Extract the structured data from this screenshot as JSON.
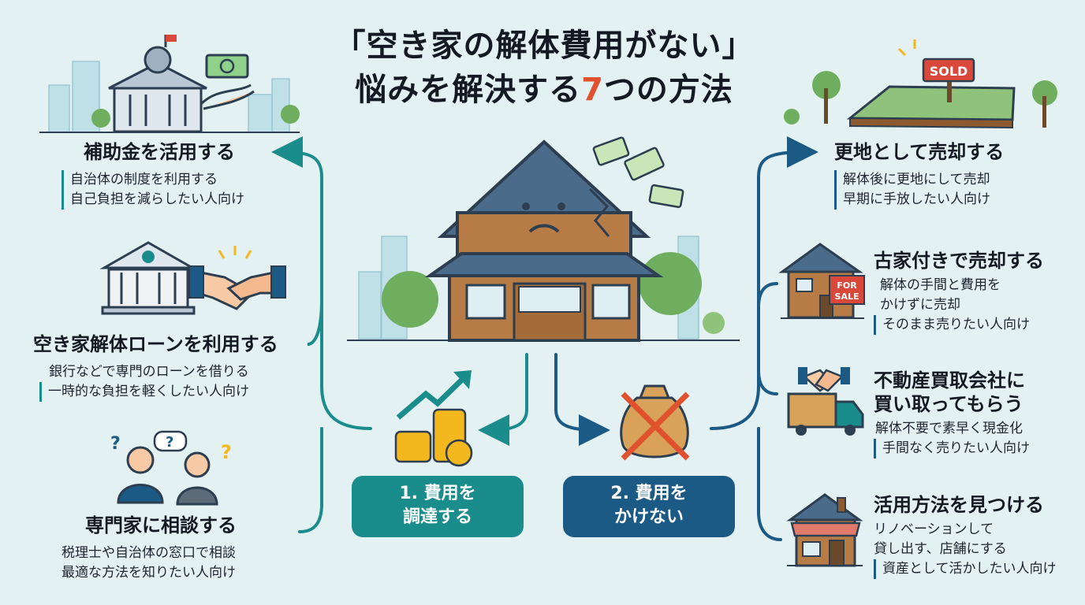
{
  "title": {
    "line1": "「空き家の解体費用がない」",
    "line2_pre": "悩みを解決する",
    "line2_num": "7",
    "line2_post": "つの方法"
  },
  "colors": {
    "teal": "#1a8c8c",
    "navy": "#1b5a85",
    "accent": "#e0522e",
    "background": "#e4f1f3"
  },
  "categories": {
    "fund": {
      "line1": "1. 費用を",
      "line2": "調達する"
    },
    "nocost": {
      "line1": "2. 費用を",
      "line2": "かけない"
    }
  },
  "left_methods": [
    {
      "title": "補助金を活用する",
      "lines": [
        "自治体の制度を利用する",
        "自己負担を減らしたい人向け"
      ],
      "icon": "government-building-money-icon"
    },
    {
      "title": "空き家解体ローンを利用する",
      "lines": [
        "銀行などで専門のローンを借りる",
        "一時的な負担を軽くしたい人向け"
      ],
      "icon": "bank-handshake-icon"
    },
    {
      "title": "専門家に相談する",
      "lines": [
        "税理士や自治体の窓口で相談",
        "最適な方法を知りたい人向け"
      ],
      "icon": "consultants-question-icon"
    }
  ],
  "right_methods": [
    {
      "title": "更地として売却する",
      "lines": [
        "解体後に更地にして売却",
        "早期に手放したい人向け"
      ],
      "icon": "sold-land-icon",
      "sign": "SOLD"
    },
    {
      "title": "古家付きで売却する",
      "lines": [
        "解体の手間と費用を",
        "かけずに売却",
        "そのまま売りたい人向け"
      ],
      "icon": "house-for-sale-icon",
      "sign": [
        "FOR",
        "SALE"
      ]
    },
    {
      "title_lines": [
        "不動産買取会社に",
        "買い取ってもらう"
      ],
      "lines": [
        "解体不要で素早く現金化",
        "手間なく売りたい人向け"
      ],
      "icon": "truck-handshake-icon"
    },
    {
      "title": "活用方法を見つける",
      "lines": [
        "リノベーションして",
        "貸し出す、店舗にする",
        "資産として活かしたい人向け"
      ],
      "icon": "shop-house-icon"
    }
  ]
}
